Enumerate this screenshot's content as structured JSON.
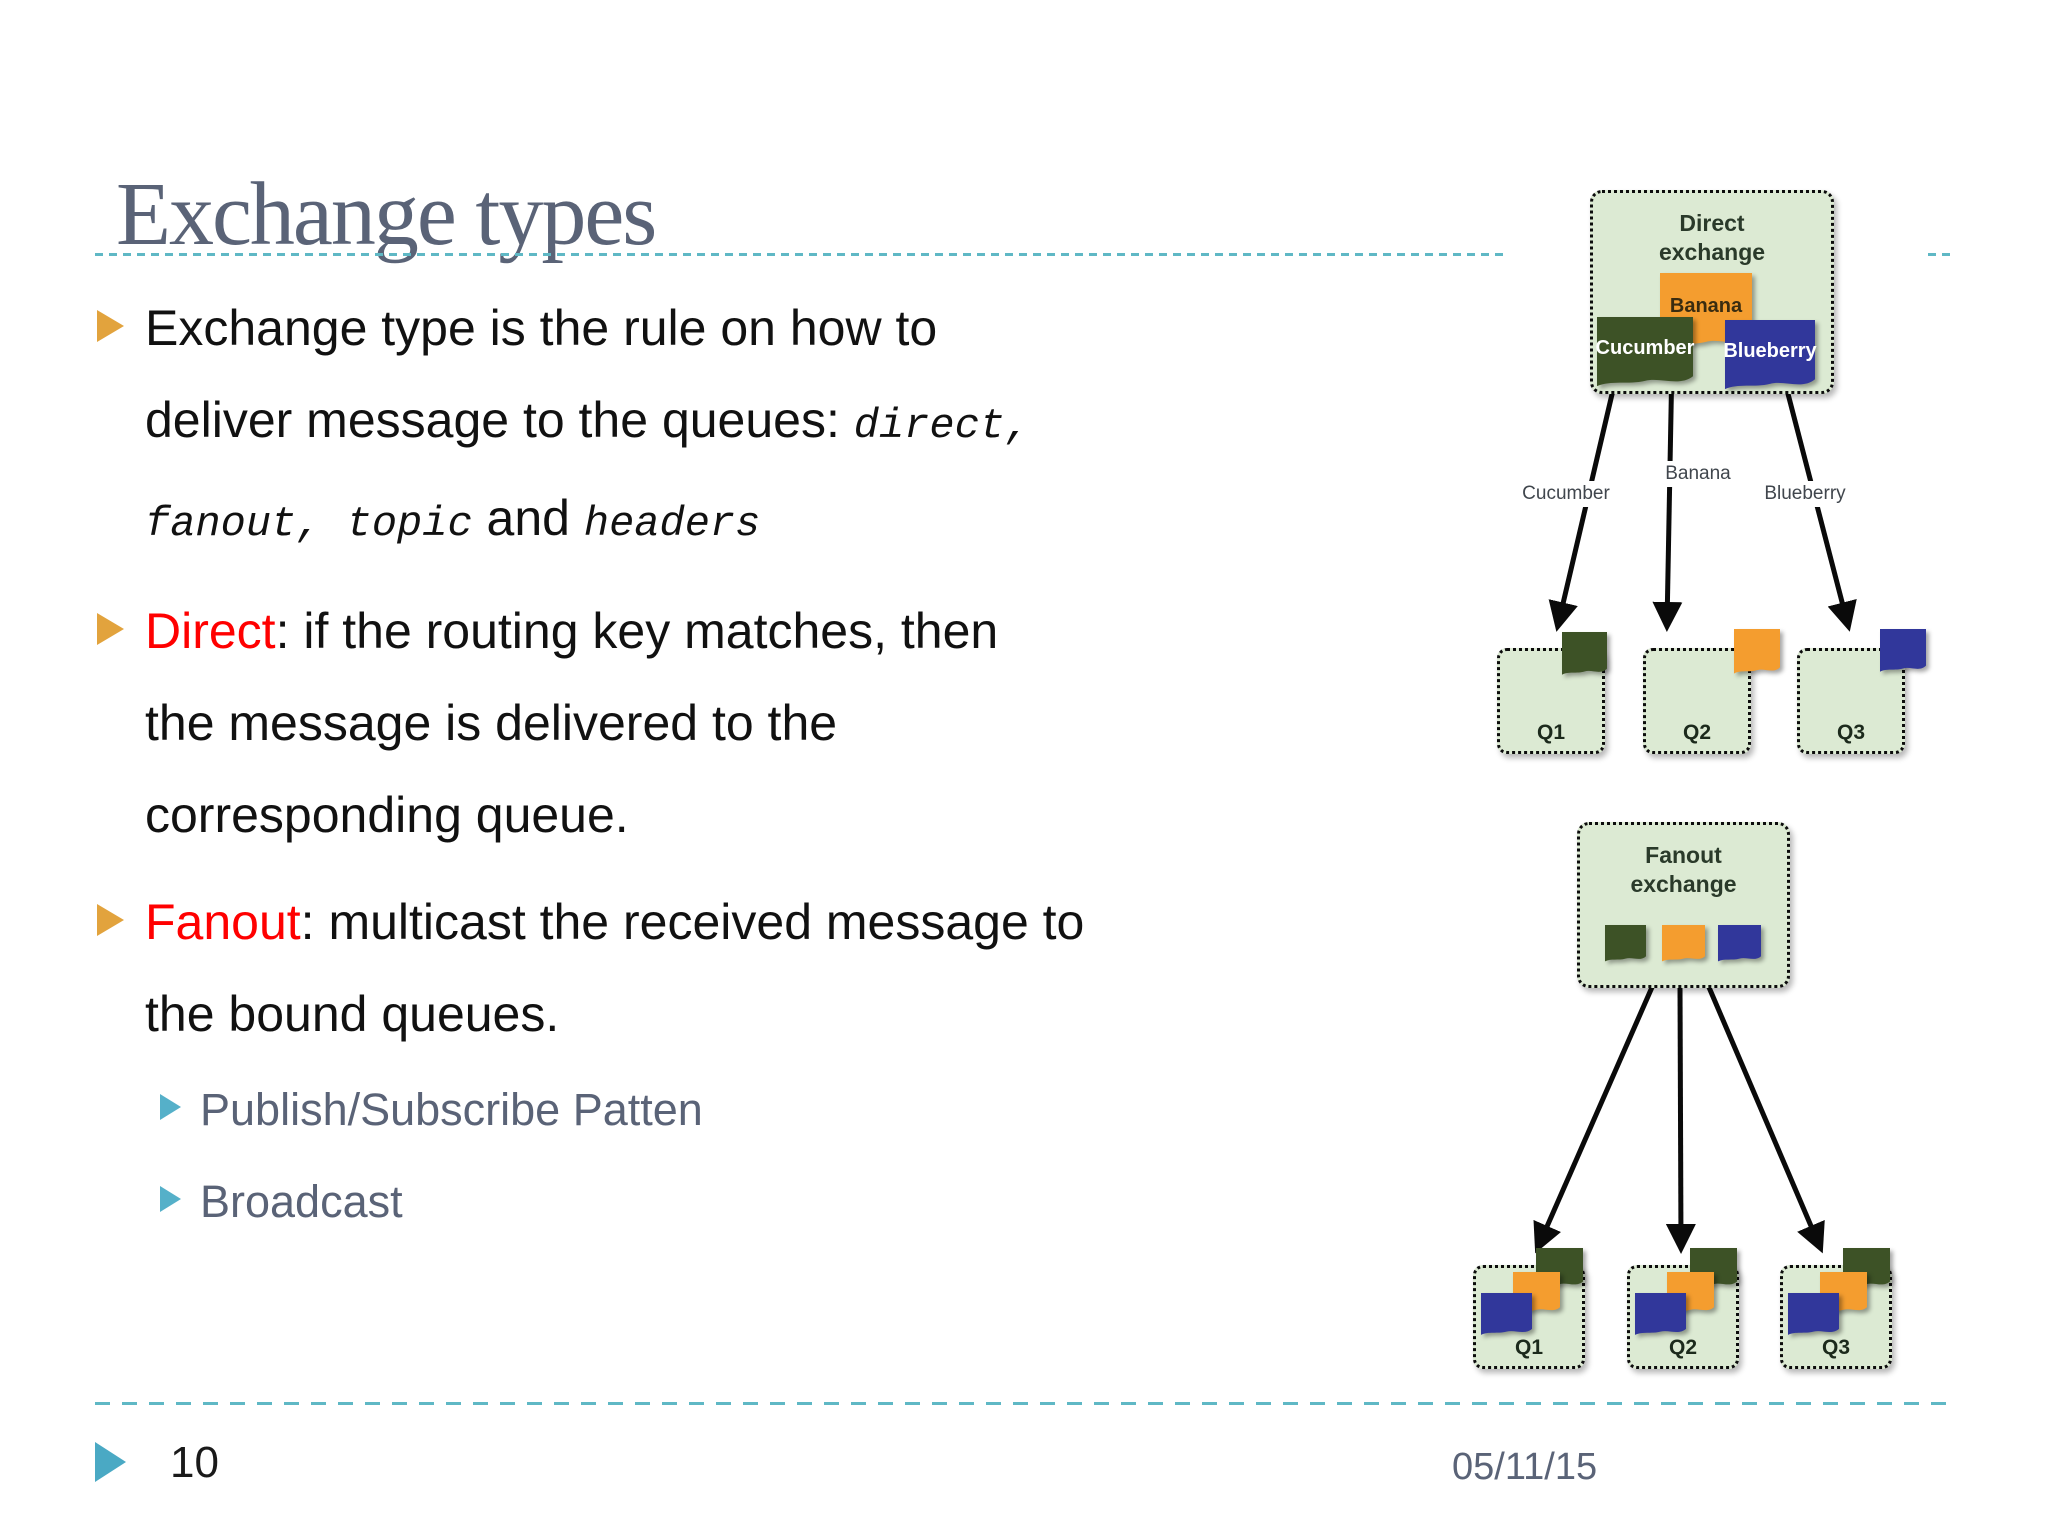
{
  "title": "Exchange types",
  "bullets": {
    "b1": {
      "l1": "Exchange type is the rule on how to",
      "l2a": "deliver message to the queues: ",
      "l2b": "direct,",
      "l3a": "fanout, topic",
      "l3b": " and ",
      "l3c": "headers"
    },
    "b2": {
      "keyword": "Direct",
      "l1rest": ": if the routing key matches, then",
      "l2": "the message is delivered to the",
      "l3": "corresponding queue."
    },
    "b3": {
      "keyword": "Fanout",
      "l1rest": ": multicast the received message to",
      "l2": "the bound queues."
    },
    "sub": [
      "Publish/Subscribe Patten",
      "Broadcast"
    ]
  },
  "diagrams": {
    "direct": {
      "title": "Direct exchange",
      "bindings": [
        {
          "label": "Cucumber",
          "color": "#3d5226"
        },
        {
          "label": "Banana",
          "color": "#f49d2f"
        },
        {
          "label": "Blueberry",
          "color": "#31379b"
        }
      ],
      "routing_labels": [
        "Cucumber",
        "Banana",
        "Blueberry"
      ],
      "queues": [
        "Q1",
        "Q2",
        "Q3"
      ]
    },
    "fanout": {
      "title": "Fanout exchange",
      "queues": [
        "Q1",
        "Q2",
        "Q3"
      ]
    }
  },
  "footer": {
    "page_number": "10",
    "date": "05/11/15"
  },
  "colors": {
    "title_gray_blue": "#5a6377",
    "accent_teal_rule": "#5fb8c5",
    "bullet_marker_amber": "#e2a33d",
    "sub_marker_teal": "#55b0c9",
    "keyword_red": "#ff0000",
    "diagram_box_green": "#dcead3",
    "tag_green": "#3d5226",
    "tag_orange": "#f49d2f",
    "tag_blue": "#31379b"
  }
}
